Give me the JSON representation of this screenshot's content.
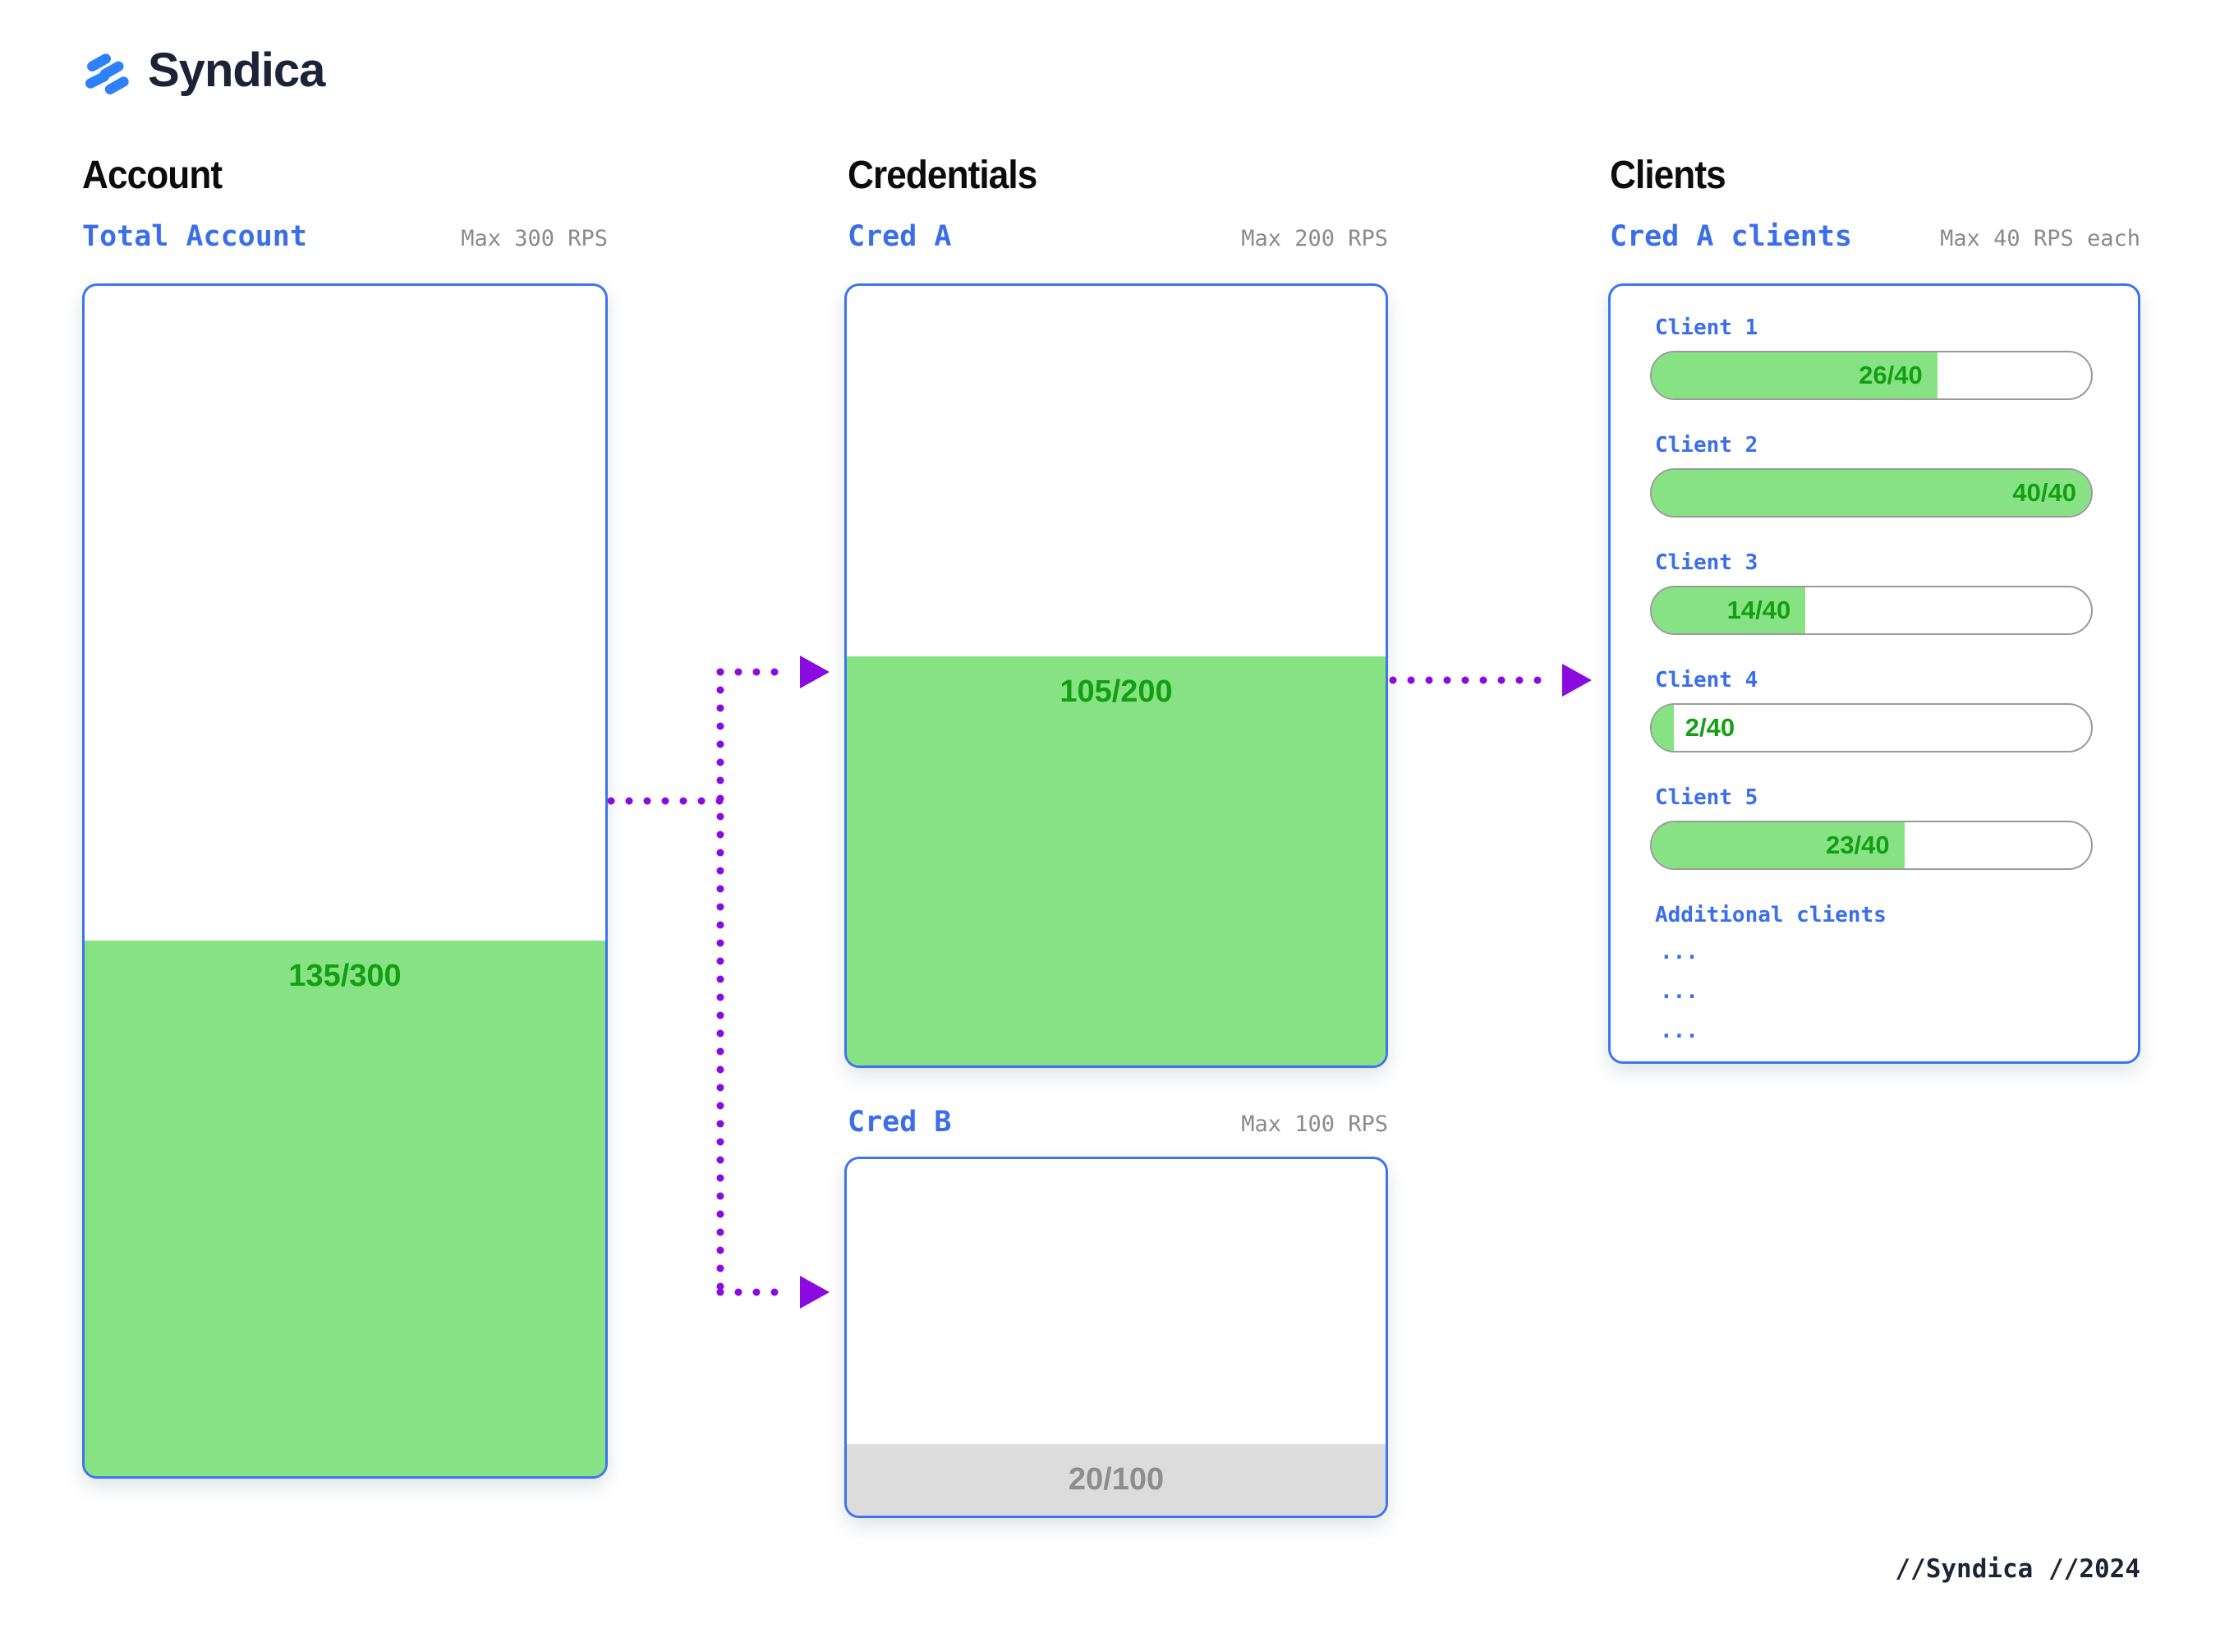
{
  "logo": {
    "brand": "Syndica"
  },
  "columns": {
    "account": {
      "heading": "Account",
      "card": {
        "label": "Total Account",
        "limit": "Max 300 RPS",
        "value": "135/300",
        "used": 135,
        "max": 300
      }
    },
    "credentials": {
      "heading": "Credentials",
      "cards": [
        {
          "label": "Cred A",
          "limit": "Max 200 RPS",
          "value": "105/200",
          "used": 105,
          "max": 200,
          "fill_style": "green"
        },
        {
          "label": "Cred B",
          "limit": "Max 100 RPS",
          "value": "20/100",
          "used": 20,
          "max": 100,
          "fill_style": "gray"
        }
      ]
    },
    "clients": {
      "heading": "Clients",
      "card_label": "Cred A clients",
      "limit": "Max 40 RPS each",
      "items": [
        {
          "label": "Client 1",
          "value": "26/40",
          "used": 26,
          "max": 40
        },
        {
          "label": "Client 2",
          "value": "40/40",
          "used": 40,
          "max": 40
        },
        {
          "label": "Client 3",
          "value": "14/40",
          "used": 14,
          "max": 40
        },
        {
          "label": "Client 4",
          "value": "2/40",
          "used": 2,
          "max": 40
        },
        {
          "label": "Client 5",
          "value": "23/40",
          "used": 23,
          "max": 40
        }
      ],
      "additional_label": "Additional clients",
      "ellipsis_rows": [
        "...",
        "...",
        "..."
      ]
    }
  },
  "footer": {
    "credit": "//Syndica //2024"
  },
  "colors": {
    "accent-blue": "#3b6fea",
    "border-blue": "#3d74f0",
    "green-fill": "#87e284",
    "green-text": "#12a012",
    "gray-fill": "#dcdcdc",
    "gray-value": "#8d8d8d",
    "muted-text": "#8a8a8a",
    "arrow-purple": "#8a0adf",
    "heading": "#0c0c0c",
    "logo-navy": "#1b2336",
    "logo-blue": "#2f80fb",
    "bar-border": "#9a9a9a",
    "footer-color": "#1d2433"
  }
}
